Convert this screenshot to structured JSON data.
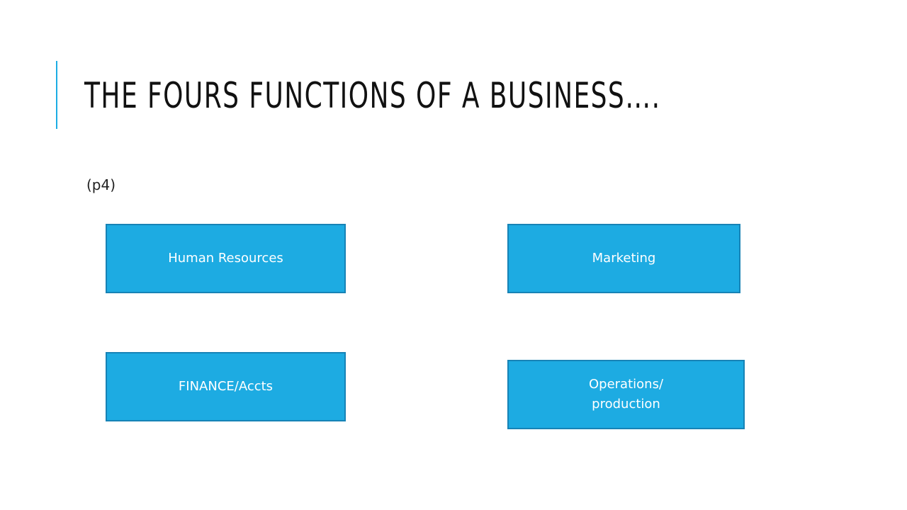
{
  "slide": {
    "title": "THE FOURS FUNCTIONS OF A BUSINESS….",
    "subtitle": "(p4)",
    "accent_color": "#1cade4",
    "box_fill_color": "#1dabe2",
    "box_border_color": "#1783b6"
  },
  "functions": [
    {
      "label": "Human Resources"
    },
    {
      "label": "Marketing"
    },
    {
      "label": "FINANCE/Accts"
    },
    {
      "label": "Operations/\nproduction"
    }
  ]
}
